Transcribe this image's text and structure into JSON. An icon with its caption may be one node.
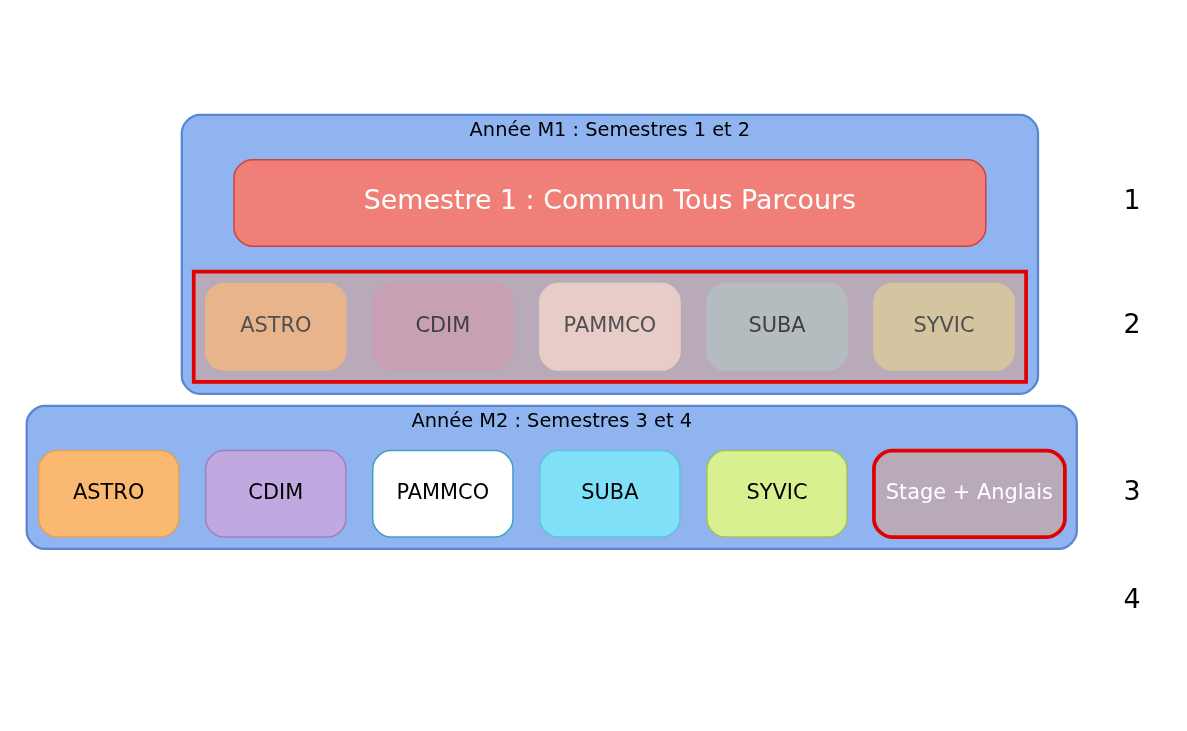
{
  "diagram": {
    "nodes": [
      {
        "text": [
          "Année M1 : Semestres 1 et 2"
        ]
      },
      {
        "text": [
          "Semestre 1 : Commun Tous Parcours"
        ],
        "in": 0
      },
      {
        "text": [],
        "shape": "box",
        "in": 0
      },
      {
        "text": [
          "ASTRO"
        ],
        "in": 2
      },
      {
        "text": [
          "CDIM"
        ],
        "in": 2
      },
      {
        "text": [
          "PAMMCO"
        ],
        "in": 2
      },
      {
        "text": [
          "SUBA"
        ],
        "in": 2
      },
      {
        "text": [
          "SYVIC"
        ],
        "in": 2
      },
      {
        "text": [
          "Année M2 : Semestres 3 et 4"
        ]
      },
      {
        "text": [
          "ASTRO"
        ],
        "in": 8
      },
      {
        "text": [
          "CDIM"
        ],
        "in": 8
      },
      {
        "text": [
          "PAMMCO"
        ],
        "in": 8
      },
      {
        "text": [
          "SUBA"
        ],
        "in": 8
      },
      {
        "text": [
          "SYVIC"
        ],
        "in": 8
      },
      {
        "text": [
          "Stage + Anglais"
        ],
        "in": 8
      }
    ],
    "labels": [
      "1",
      "2",
      "3",
      "4"
    ]
  }
}
